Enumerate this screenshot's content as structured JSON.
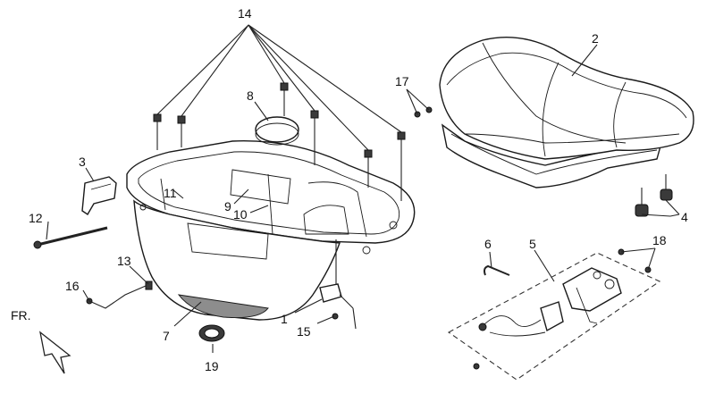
{
  "diagram": {
    "callouts": [
      {
        "id": "c1",
        "label": "1"
      },
      {
        "id": "c2",
        "label": "2"
      },
      {
        "id": "c3",
        "label": "3"
      },
      {
        "id": "c4",
        "label": "4"
      },
      {
        "id": "c5",
        "label": "5"
      },
      {
        "id": "c6",
        "label": "6"
      },
      {
        "id": "c7",
        "label": "7"
      },
      {
        "id": "c8",
        "label": "8"
      },
      {
        "id": "c9",
        "label": "9"
      },
      {
        "id": "c10",
        "label": "10"
      },
      {
        "id": "c11",
        "label": "11"
      },
      {
        "id": "c12",
        "label": "12"
      },
      {
        "id": "c13",
        "label": "13"
      },
      {
        "id": "c14",
        "label": "14"
      },
      {
        "id": "c15",
        "label": "15"
      },
      {
        "id": "c16",
        "label": "16"
      },
      {
        "id": "c17",
        "label": "17"
      },
      {
        "id": "c18",
        "label": "18"
      },
      {
        "id": "c19",
        "label": "19"
      }
    ],
    "direction_label": "FR."
  }
}
